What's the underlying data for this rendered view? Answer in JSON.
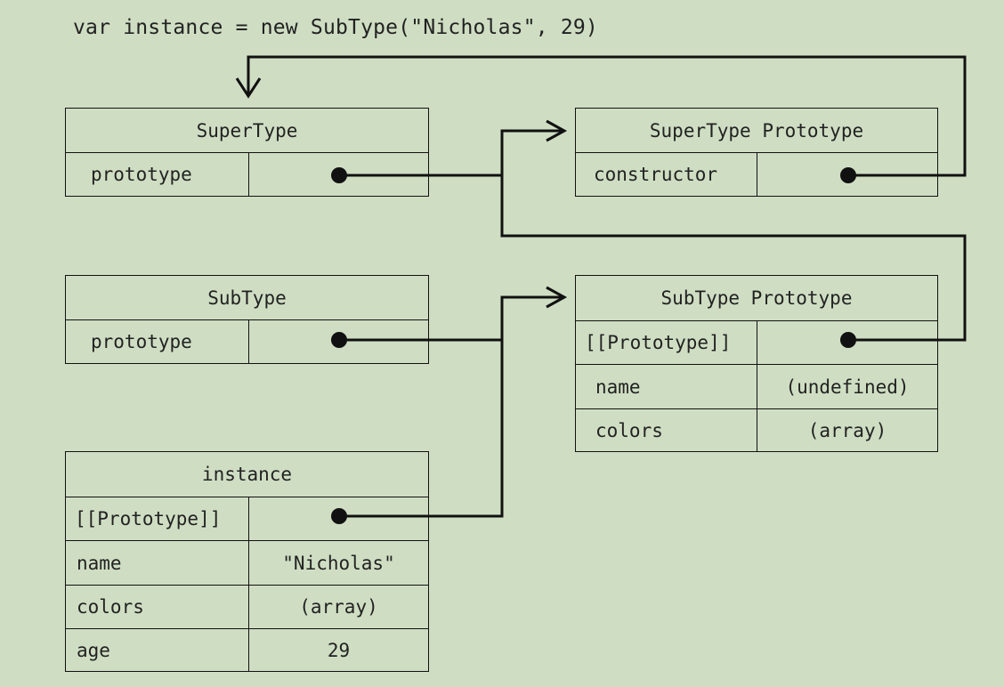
{
  "code_line": "var instance = new SubType(\"Nicholas\", 29)",
  "boxes": {
    "supertype": {
      "title": "SuperType",
      "rows": [
        {
          "key": "prototype",
          "value": ""
        }
      ]
    },
    "supertype_prototype": {
      "title": "SuperType Prototype",
      "rows": [
        {
          "key": "constructor",
          "value": ""
        }
      ]
    },
    "subtype": {
      "title": "SubType",
      "rows": [
        {
          "key": "prototype",
          "value": ""
        }
      ]
    },
    "subtype_prototype": {
      "title": "SubType Prototype",
      "rows": [
        {
          "key": "[[Prototype]]",
          "value": ""
        },
        {
          "key": "name",
          "value": "(undefined)"
        },
        {
          "key": "colors",
          "value": "(array)"
        }
      ]
    },
    "instance": {
      "title": "instance",
      "rows": [
        {
          "key": "[[Prototype]]",
          "value": ""
        },
        {
          "key": "name",
          "value": "\"Nicholas\""
        },
        {
          "key": "colors",
          "value": "(array)"
        },
        {
          "key": "age",
          "value": "29"
        }
      ]
    }
  }
}
